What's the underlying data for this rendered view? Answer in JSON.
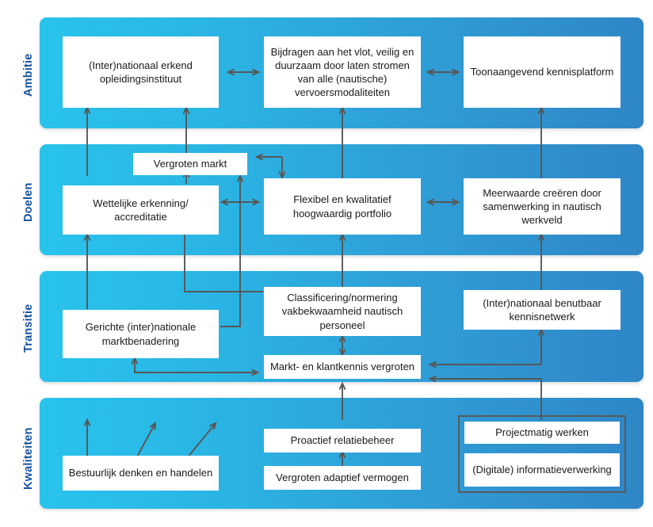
{
  "diagram": {
    "type": "strategy-house",
    "language": "nl",
    "colors": {
      "band_gradient_start": "#29c3ec",
      "band_gradient_end": "#2f86c6",
      "row_label": "#16539f",
      "node_fill": "#ffffff",
      "node_text": "#1a1a1a",
      "connector": "#575757",
      "group_border": "#5a5a5a",
      "page_background": "#ffffff"
    },
    "rows": [
      {
        "id": "ambitie",
        "label": "Ambitie",
        "nodes": [
          {
            "id": "amb-1",
            "text": "(Inter)nationaal erkend opleidingsinstituut"
          },
          {
            "id": "amb-2",
            "text": "Bijdragen aan het vlot, veilig en duurzaam door laten stromen van alle (nautische) vervoersmodaliteiten"
          },
          {
            "id": "amb-3",
            "text": "Toonaangevend kennisplatform"
          }
        ]
      },
      {
        "id": "doelen",
        "label": "Doelen",
        "nodes": [
          {
            "id": "doe-0",
            "text": "Vergroten markt"
          },
          {
            "id": "doe-1",
            "text": "Wettelijke erkenning/ accreditatie"
          },
          {
            "id": "doe-2",
            "text": "Flexibel en kwalitatief hoogwaardig portfolio"
          },
          {
            "id": "doe-3",
            "text": "Meerwaarde creëren door samenwerking in nautisch werkveld"
          }
        ]
      },
      {
        "id": "transitie",
        "label": "Transitie",
        "nodes": [
          {
            "id": "tra-1",
            "text": "Gerichte (inter)nationale marktbenadering"
          },
          {
            "id": "tra-2",
            "text": "Classificering/normering vakbekwaamheid nautisch personeel"
          },
          {
            "id": "tra-3",
            "text": "(Inter)nationaal benutbaar kennisnetwerk"
          },
          {
            "id": "tra-4",
            "text": "Markt- en klantkennis vergroten"
          }
        ]
      },
      {
        "id": "kwaliteiten",
        "label": "Kwaliteiten",
        "nodes": [
          {
            "id": "kwa-1",
            "text": "Bestuurlijk denken en handelen"
          },
          {
            "id": "kwa-2",
            "text": "Proactief relatiebeheer"
          },
          {
            "id": "kwa-3",
            "text": "Vergroten adaptief vermogen"
          },
          {
            "id": "kwa-4",
            "text": "Projectmatig werken"
          },
          {
            "id": "kwa-5",
            "text": "(Digitale) informatieverwerking"
          }
        ]
      }
    ]
  }
}
